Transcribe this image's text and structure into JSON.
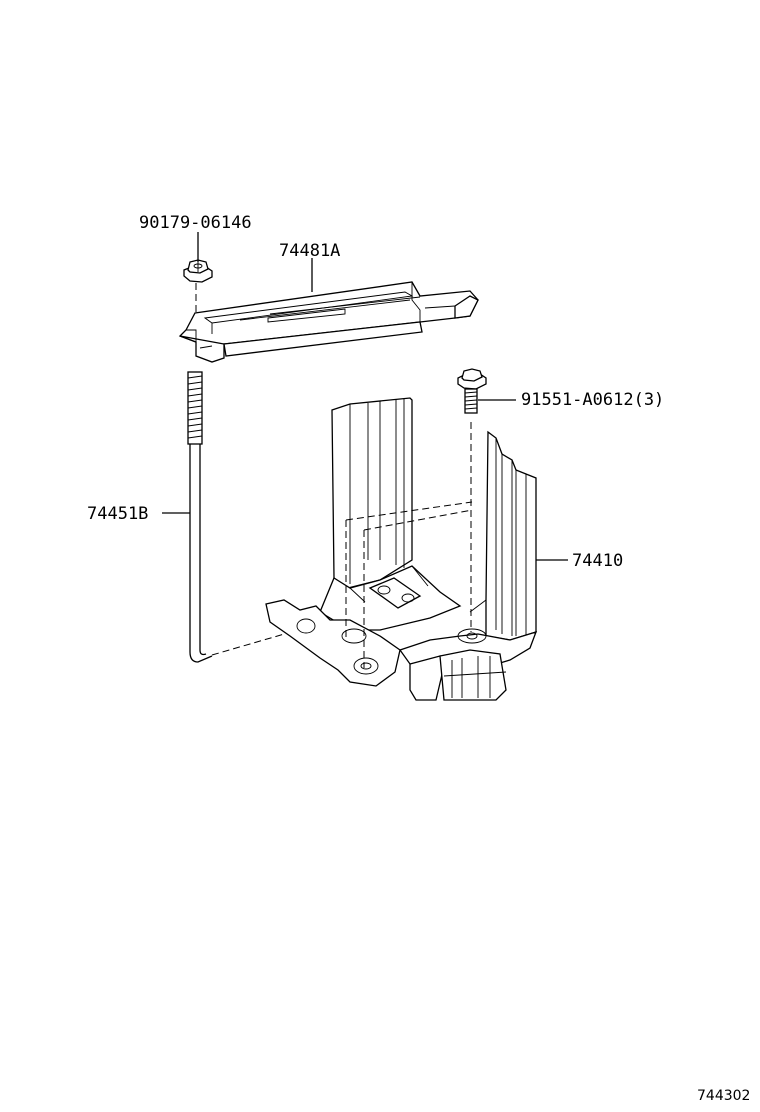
{
  "parts": {
    "nut": "90179-06146",
    "clamp": "74481A",
    "bolt": "91551-A0612(3)",
    "rod": "74451B",
    "tray": "74410"
  },
  "figure_number": "744302"
}
